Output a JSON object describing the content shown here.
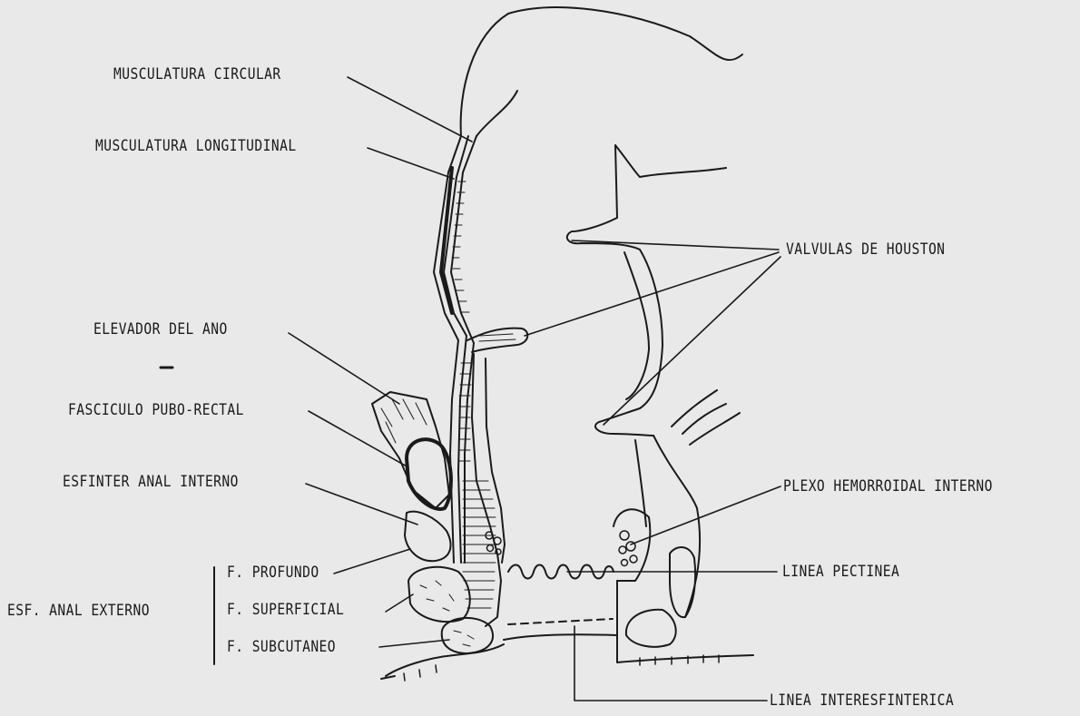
{
  "labels": {
    "musculatura_circular": "MUSCULATURA CIRCULAR",
    "musculatura_longitudinal": "MUSCULATURA LONGITUDINAL",
    "elevador_del_ano": "ELEVADOR DEL ANO",
    "fasciculo_pubo_rectal": "FASCICULO PUBO-RECTAL",
    "esfinter_anal_interno": "ESFINTER ANAL INTERNO",
    "f_profundo": "F. PROFUNDO",
    "f_superficial": "F. SUPERFICIAL",
    "f_subcutaneo": "F. SUBCUTANEO",
    "esf_anal_externo": "ESF. ANAL EXTERNO",
    "valvulas_de_houston": "VALVULAS DE HOUSTON",
    "plexo_hemorroidal_interno": "PLEXO HEMORROIDAL INTERNO",
    "linea_pectinea": "LINEA  PECTINEA",
    "linea_interesfinterica": "LINEA INTERESFINTERICA"
  },
  "colors": {
    "background": "#e9e9ea",
    "ink": "#1a1a1a"
  }
}
